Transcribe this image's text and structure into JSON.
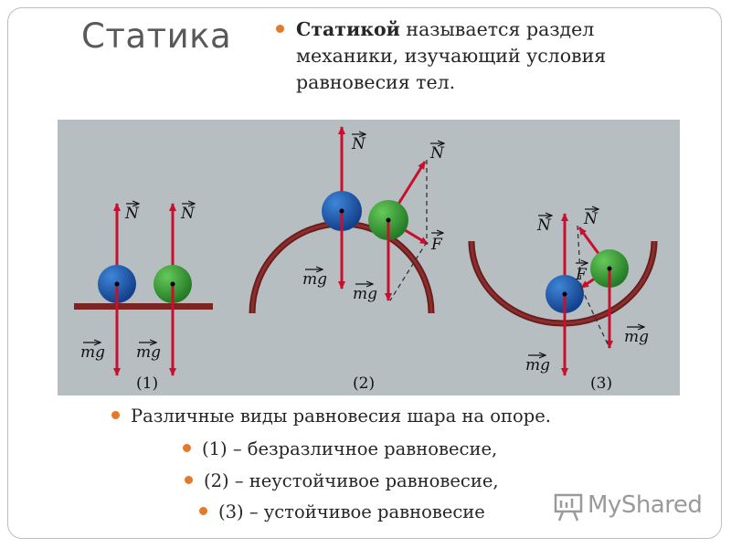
{
  "slide": {
    "title": "Статика",
    "definition_bold": "Статикой",
    "definition_rest": " называется раздел механики, изучающий условия равновесия тел."
  },
  "figure": {
    "labels": {
      "N": "N",
      "mg": "mg",
      "F": "F",
      "case1": "(1)",
      "case2": "(2)",
      "case3": "(3)"
    },
    "colors": {
      "background": "#b6bec2",
      "arrow": "#c8102e",
      "support": "#7a2424",
      "blue_ball": "#1e5fb4",
      "green_ball": "#3aa43a"
    }
  },
  "list": {
    "items": [
      "Различные виды равновесия шара на опоре.",
      "(1) – безразличное равновесие,",
      "(2) – неустойчивое равновесие,",
      "(3) – устойчивое равновесие"
    ]
  },
  "watermark": {
    "text": "MyShared"
  },
  "colors": {
    "bullet": "#e4792a",
    "title": "#595959"
  }
}
